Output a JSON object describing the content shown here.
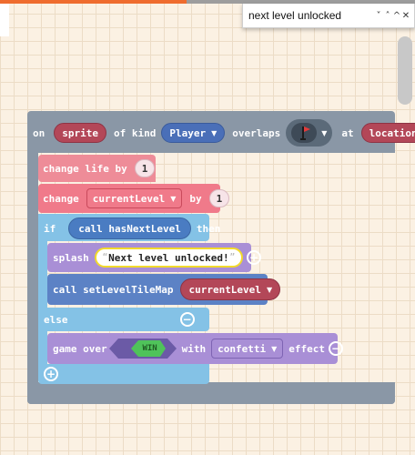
{
  "find_bar": {
    "query": "next level unlocked",
    "icons": [
      "chevron-down-icon",
      "chevron-up-icon",
      "caret-up-icon",
      "close-icon"
    ]
  },
  "event": {
    "on": "on",
    "sprite": "sprite",
    "of_kind": "of kind",
    "kind": "Player",
    "overlaps": "overlaps",
    "at": "at",
    "location": "location",
    "tile_icon": "flag-tile-icon"
  },
  "change_life": {
    "label": "change life by",
    "value": "1"
  },
  "change_var": {
    "label": "change",
    "variable": "currentLevel",
    "by": "by",
    "value": "1"
  },
  "if_block": {
    "if": "if",
    "call": "call hasNextLevel",
    "then": "then",
    "else": "else"
  },
  "splash": {
    "label": "splash",
    "text": "Next level unlocked!"
  },
  "call_set": {
    "label": "call setLevelTileMap",
    "arg": "currentLevel"
  },
  "game_over": {
    "label": "game over",
    "win": "WIN",
    "with": "with",
    "effect_name": "confetti",
    "effect": "effect"
  },
  "colors": {
    "pink": "#ee8c98",
    "red": "#f07a8a",
    "logic_blue": "#84c2e6",
    "purple": "#a98fd6",
    "call_blue": "#5c82c5",
    "gray": "#8a97a6",
    "win_green": "#4fc35a"
  }
}
